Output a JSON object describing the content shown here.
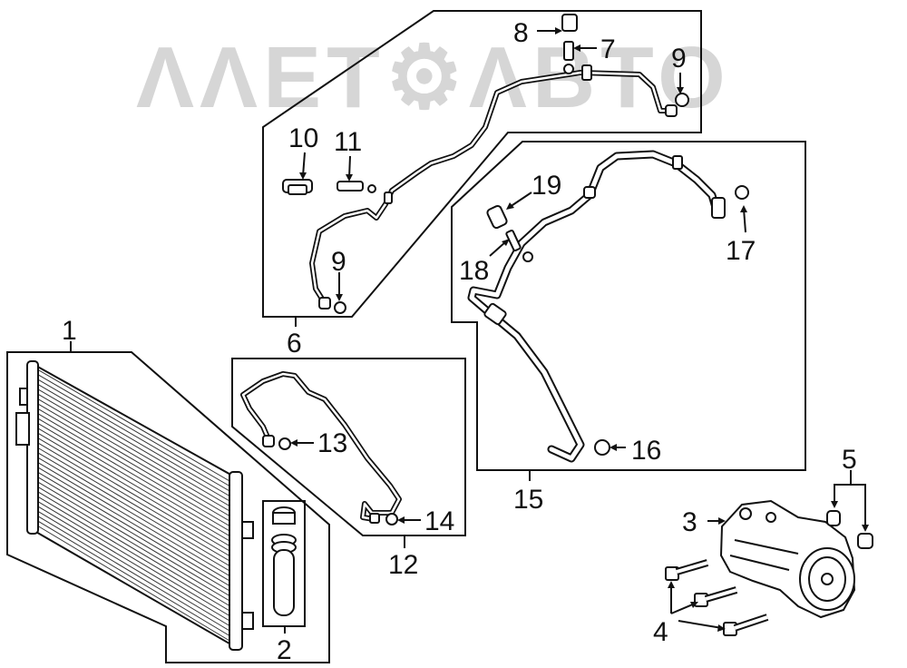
{
  "watermark": {
    "text": "ΛΛΕΤ⚙ΛΒΤΟ"
  },
  "callouts": {
    "c1": "1",
    "c2": "2",
    "c3": "3",
    "c4": "4",
    "c5": "5",
    "c6": "6",
    "c7": "7",
    "c8": "8",
    "c9a": "9",
    "c9b": "9",
    "c10": "10",
    "c11": "11",
    "c12": "12",
    "c13": "13",
    "c14": "14",
    "c15": "15",
    "c16": "16",
    "c17": "17",
    "c18": "18",
    "c19": "19"
  }
}
